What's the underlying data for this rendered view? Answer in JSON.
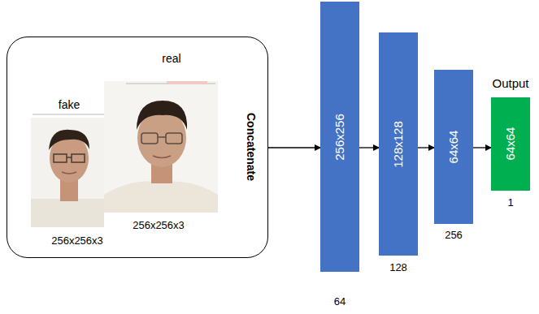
{
  "diagram": {
    "nodes": [
      {
        "text": [
          "fake",
          "256x256x3",
          "real",
          "256x256x3",
          "Concatenate"
        ]
      },
      {
        "text": [
          "256x256",
          "64"
        ]
      },
      {
        "text": [
          "128x128",
          "128"
        ]
      },
      {
        "text": [
          "64x64",
          "256"
        ]
      },
      {
        "text": [
          "Output",
          "64x64",
          "1"
        ]
      }
    ],
    "edges": [
      {
        "from": 0,
        "to": 1,
        "arrow": "to"
      },
      {
        "from": 1,
        "to": 2,
        "arrow": "to"
      },
      {
        "from": 2,
        "to": 3,
        "arrow": "to"
      },
      {
        "from": 3,
        "to": 4,
        "arrow": "to"
      }
    ]
  }
}
